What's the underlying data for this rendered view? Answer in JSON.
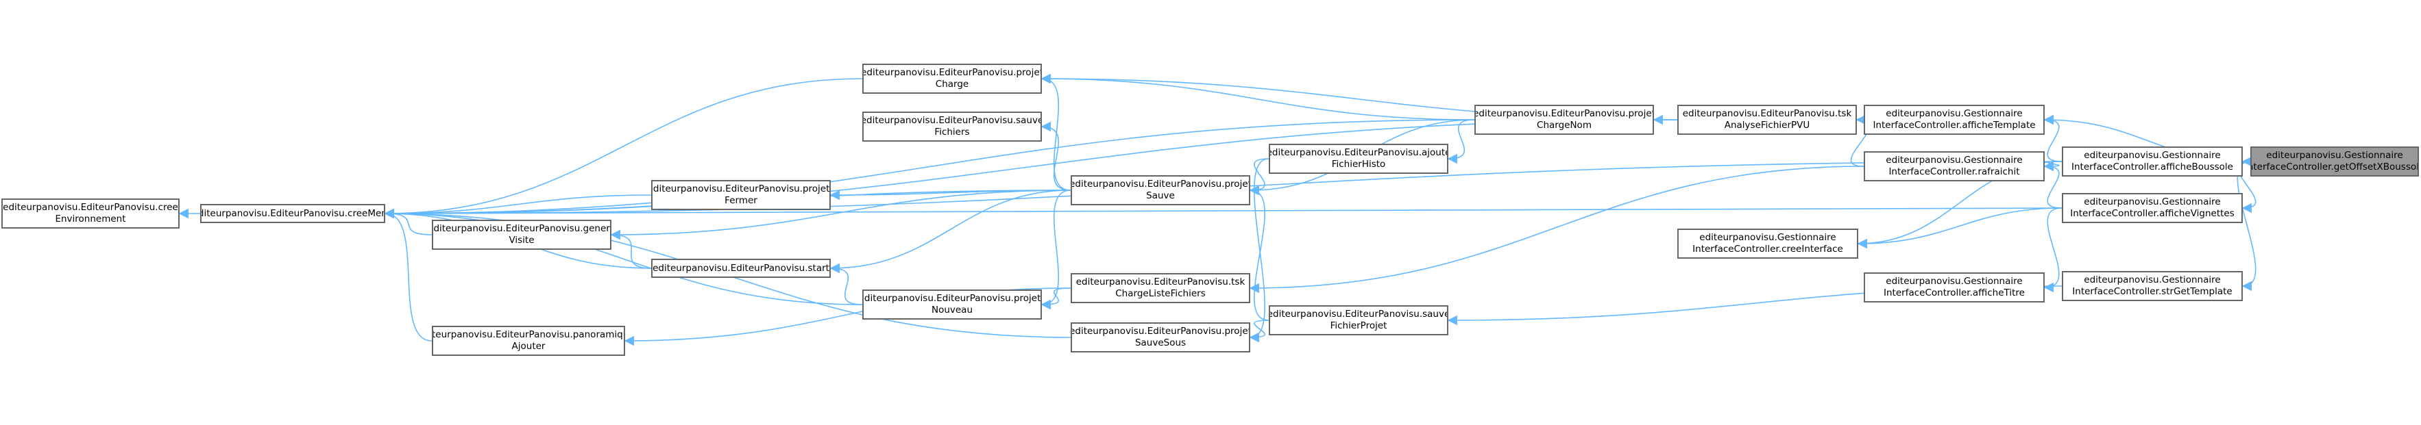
{
  "diagram": {
    "colors": {
      "edge": "#63b8ff",
      "node_border": "#666666",
      "focus_fill": "#999999"
    },
    "nodes": [
      {
        "id": "cree_env",
        "label": "editeurpanovisu.EditeurPanovisu.cree\nEnvironnement"
      },
      {
        "id": "creeMenu",
        "label": "editeurpanovisu.EditeurPanovisu.creeMenu"
      },
      {
        "id": "genereVisite",
        "label": "editeurpanovisu.EditeurPanovisu.genere\nVisite"
      },
      {
        "id": "panoAjouter",
        "label": "editeurpanovisu.EditeurPanovisu.panoramiques\nAjouter"
      },
      {
        "id": "projetsFermer",
        "label": "editeurpanovisu.EditeurPanovisu.projets\nFermer"
      },
      {
        "id": "start",
        "label": "editeurpanovisu.EditeurPanovisu.start"
      },
      {
        "id": "projetCharge",
        "label": "editeurpanovisu.EditeurPanovisu.projet\nCharge"
      },
      {
        "id": "sauveFichiers",
        "label": "editeurpanovisu.EditeurPanovisu.sauve\nFichiers"
      },
      {
        "id": "projetsNouveau",
        "label": "editeurpanovisu.EditeurPanovisu.projets\nNouveau"
      },
      {
        "id": "projetSauve",
        "label": "editeurpanovisu.EditeurPanovisu.projet\nSauve"
      },
      {
        "id": "tskChargeListe",
        "label": "editeurpanovisu.EditeurPanovisu.tsk\nChargeListeFichiers"
      },
      {
        "id": "projetSauveSous",
        "label": "editeurpanovisu.EditeurPanovisu.projet\nSauveSous"
      },
      {
        "id": "ajouteFichierHisto",
        "label": "editeurpanovisu.EditeurPanovisu.ajoute\nFichierHisto"
      },
      {
        "id": "sauveFichierProjet",
        "label": "editeurpanovisu.EditeurPanovisu.sauve\nFichierProjet"
      },
      {
        "id": "projetChargeNom",
        "label": "editeurpanovisu.EditeurPanovisu.projet\nChargeNom"
      },
      {
        "id": "tskAnalyse",
        "label": "editeurpanovisu.EditeurPanovisu.tsk\nAnalyseFichierPVU"
      },
      {
        "id": "creeInterface",
        "label": "editeurpanovisu.Gestionnaire\nInterfaceController.creeInterface"
      },
      {
        "id": "afficheTemplate",
        "label": "editeurpanovisu.Gestionnaire\nInterfaceController.afficheTemplate"
      },
      {
        "id": "rafraichit",
        "label": "editeurpanovisu.Gestionnaire\nInterfaceController.rafraichit"
      },
      {
        "id": "afficheTitre",
        "label": "editeurpanovisu.Gestionnaire\nInterfaceController.afficheTitre"
      },
      {
        "id": "afficheBoussole",
        "label": "editeurpanovisu.Gestionnaire\nInterfaceController.afficheBoussole"
      },
      {
        "id": "afficheVignettes",
        "label": "editeurpanovisu.Gestionnaire\nInterfaceController.afficheVignettes"
      },
      {
        "id": "strGetTemplate",
        "label": "editeurpanovisu.Gestionnaire\nInterfaceController.strGetTemplate"
      },
      {
        "id": "getOffsetXBoussole",
        "label": "editeurpanovisu.Gestionnaire\nInterfaceController.getOffsetXBoussole",
        "focus": true
      }
    ],
    "edges": [
      [
        "creeMenu",
        "cree_env"
      ],
      [
        "genereVisite",
        "creeMenu"
      ],
      [
        "panoAjouter",
        "creeMenu"
      ],
      [
        "projetsFermer",
        "creeMenu"
      ],
      [
        "start",
        "creeMenu"
      ],
      [
        "projetCharge",
        "creeMenu"
      ],
      [
        "projetsNouveau",
        "creeMenu"
      ],
      [
        "projetSauve",
        "creeMenu"
      ],
      [
        "projetSauveSous",
        "creeMenu"
      ],
      [
        "projetChargeNom",
        "creeMenu"
      ],
      [
        "tskAnalyse",
        "creeMenu"
      ],
      [
        "afficheBoussole",
        "creeMenu"
      ],
      [
        "afficheVignettes",
        "creeMenu"
      ],
      [
        "start",
        "genereVisite"
      ],
      [
        "projetSauve",
        "genereVisite"
      ],
      [
        "projetSauve",
        "projetsFermer"
      ],
      [
        "projetSauve",
        "start"
      ],
      [
        "projetsNouveau",
        "start"
      ],
      [
        "projetSauve",
        "projetCharge"
      ],
      [
        "projetSauve",
        "sauveFichiers"
      ],
      [
        "projetSauve",
        "projetsNouveau"
      ],
      [
        "tskChargeListe",
        "projetsNouveau"
      ],
      [
        "tskChargeListe",
        "panoAjouter"
      ],
      [
        "ajouteFichierHisto",
        "projetSauve"
      ],
      [
        "projetChargeNom",
        "projetSauve"
      ],
      [
        "sauveFichierProjet",
        "projetSauve"
      ],
      [
        "sauveFichierProjet",
        "projetSauveSous"
      ],
      [
        "ajouteFichierHisto",
        "projetSauveSous"
      ],
      [
        "projetChargeNom",
        "ajouteFichierHisto"
      ],
      [
        "projetChargeNom",
        "projetCharge"
      ],
      [
        "tskAnalyse",
        "projetChargeNom"
      ],
      [
        "tskAnalyse",
        "projetCharge"
      ],
      [
        "afficheTemplate",
        "tskAnalyse"
      ],
      [
        "rafraichit",
        "tskAnalyse"
      ],
      [
        "rafraichit",
        "tskChargeListe"
      ],
      [
        "afficheBoussole",
        "rafraichit"
      ],
      [
        "afficheBoussole",
        "afficheTemplate"
      ],
      [
        "afficheBoussole",
        "creeInterface"
      ],
      [
        "afficheVignettes",
        "creeInterface"
      ],
      [
        "afficheVignettes",
        "afficheTitre"
      ],
      [
        "afficheVignettes",
        "rafraichit"
      ],
      [
        "strGetTemplate",
        "sauveFichierProjet"
      ],
      [
        "getOffsetXBoussole",
        "afficheTemplate"
      ],
      [
        "getOffsetXBoussole",
        "afficheBoussole"
      ],
      [
        "getOffsetXBoussole",
        "afficheVignettes"
      ],
      [
        "getOffsetXBoussole",
        "strGetTemplate"
      ]
    ]
  }
}
